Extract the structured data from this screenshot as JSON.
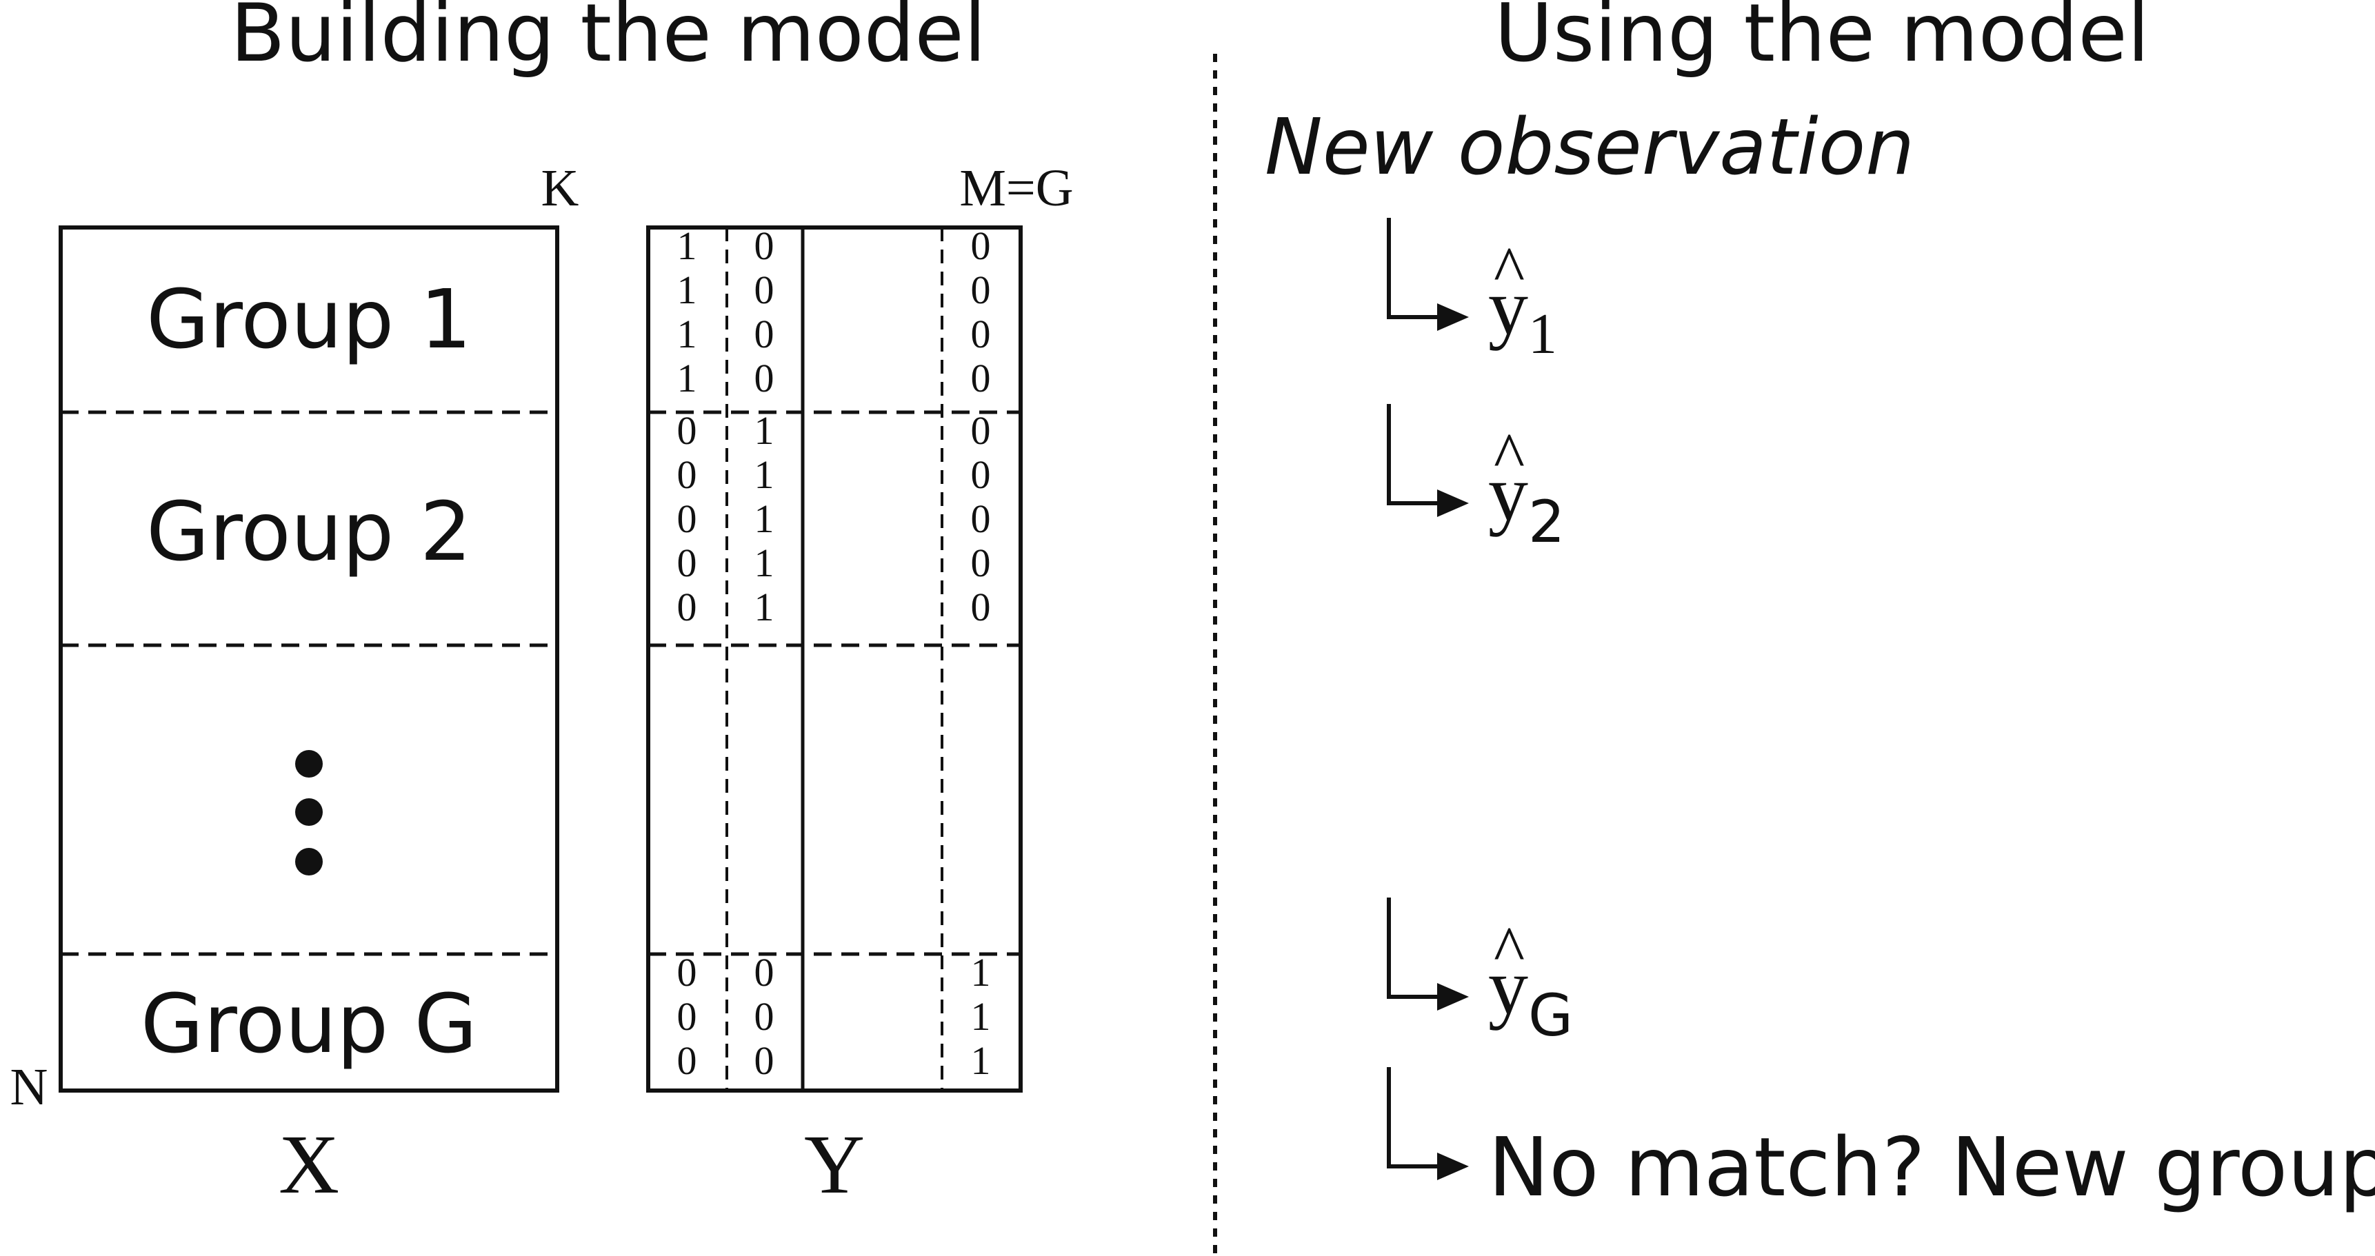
{
  "left_panel": {
    "title": "Building the model",
    "x_matrix": {
      "label": "X",
      "corner_label_cols": "K",
      "corner_label_rows": "N",
      "groups": [
        "Group 1",
        "Group 2",
        "Group G"
      ]
    },
    "y_matrix": {
      "label": "Y",
      "corner_label_cols": "M=G",
      "blocks": [
        {
          "rows": [
            [
              "1",
              "0",
              "0"
            ],
            [
              "1",
              "0",
              "0"
            ],
            [
              "1",
              "0",
              "0"
            ],
            [
              "1",
              "0",
              "0"
            ]
          ]
        },
        {
          "rows": [
            [
              "0",
              "1",
              "0"
            ],
            [
              "0",
              "1",
              "0"
            ],
            [
              "0",
              "1",
              "0"
            ],
            [
              "0",
              "1",
              "0"
            ],
            [
              "0",
              "1",
              "0"
            ]
          ]
        },
        {
          "rows": []
        },
        {
          "rows": [
            [
              "0",
              "0",
              "1"
            ],
            [
              "0",
              "0",
              "1"
            ],
            [
              "0",
              "0",
              "1"
            ]
          ]
        }
      ]
    }
  },
  "right_panel": {
    "title": "Using the model",
    "subtitle": "New observation",
    "outputs": [
      {
        "base": "y",
        "hat": "^",
        "subscript": "1"
      },
      {
        "base": "y",
        "hat": "^",
        "subscript": "2"
      },
      {
        "base": "y",
        "hat": "^",
        "subscript": "G"
      }
    ],
    "final_output": "No match? New group!"
  }
}
